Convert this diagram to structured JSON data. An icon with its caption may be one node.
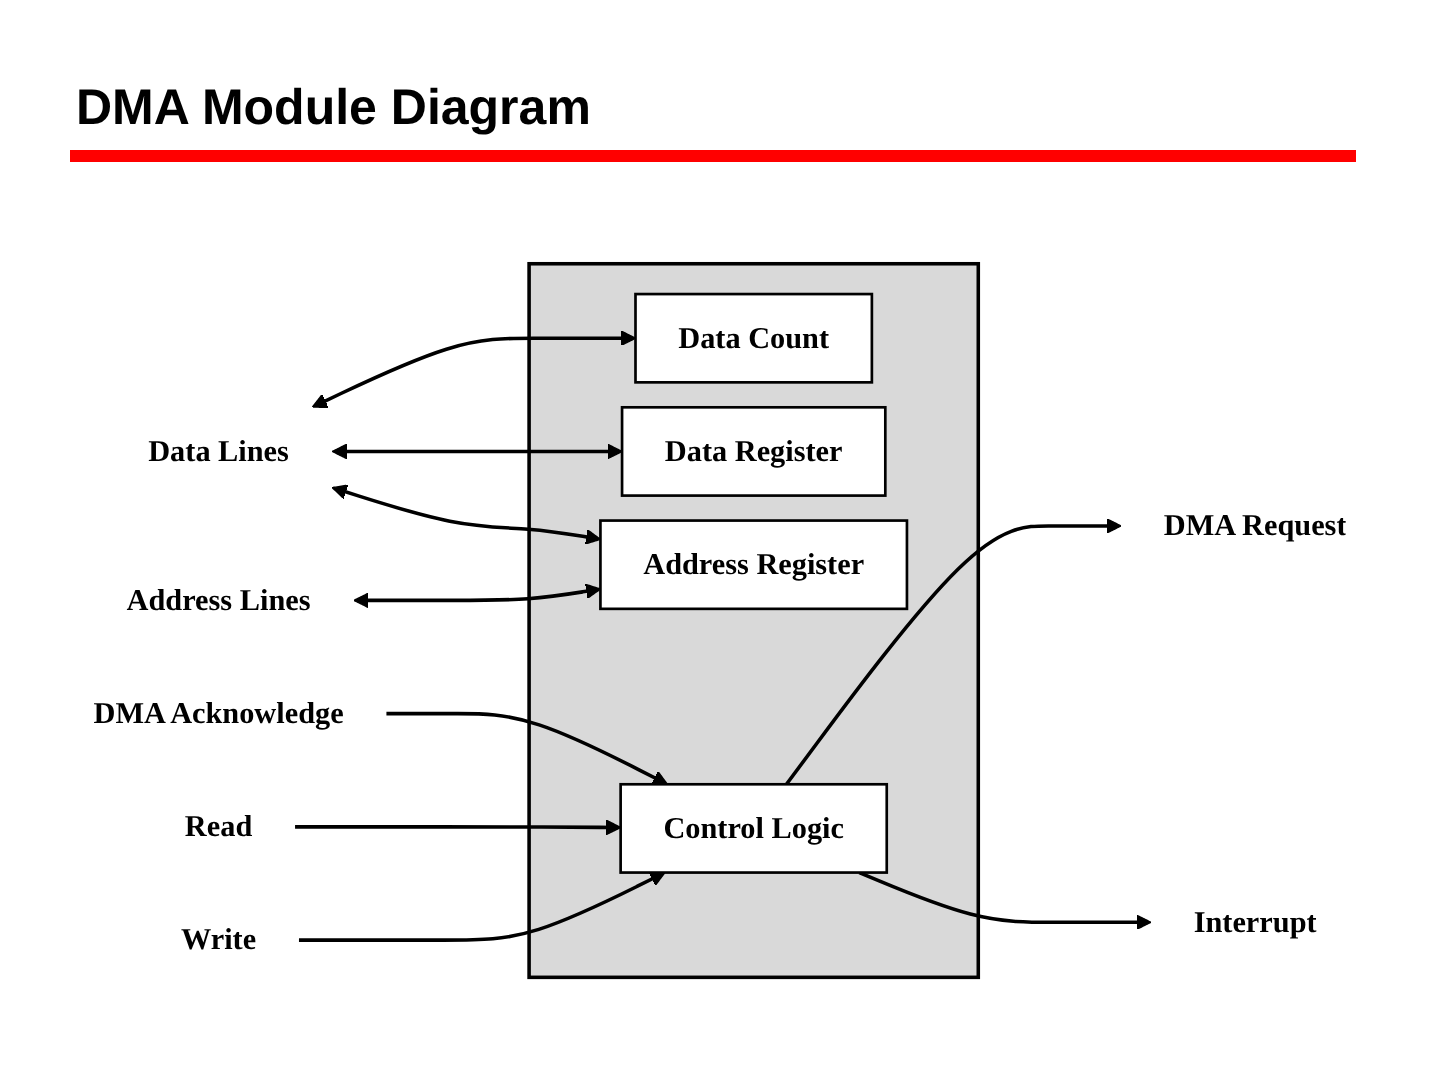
{
  "diagram": {
    "title": "DMA Module Diagram",
    "nodes": [
      {
        "text": [],
        "shape": "box"
      },
      {
        "text": [
          "Data Count"
        ],
        "in": 0
      },
      {
        "text": [
          "Data Register"
        ],
        "in": 0
      },
      {
        "text": [
          "Address Register"
        ],
        "in": 0
      },
      {
        "text": [
          "Control Logic"
        ],
        "in": 0
      },
      {
        "text": [
          "Data Lines"
        ]
      },
      {
        "text": [
          "Address Lines"
        ]
      },
      {
        "text": [
          "DMA Request"
        ]
      },
      {
        "text": [
          "DMA Acknowledge"
        ]
      },
      {
        "text": [
          "Interrupt"
        ]
      },
      {
        "text": [
          "Read"
        ]
      },
      {
        "text": [
          "Write"
        ]
      }
    ],
    "edges": [
      {
        "from": 5,
        "to": 1,
        "arrow": "both"
      },
      {
        "from": 5,
        "to": 2,
        "arrow": "both"
      },
      {
        "from": 5,
        "to": 3,
        "arrow": "both"
      },
      {
        "from": 6,
        "to": 3,
        "arrow": "both"
      },
      {
        "from": 4,
        "to": 7,
        "arrow": "to"
      },
      {
        "from": 8,
        "to": 4,
        "arrow": "to"
      },
      {
        "from": 4,
        "to": 9,
        "arrow": "to"
      },
      {
        "from": 10,
        "to": 4,
        "arrow": "to"
      },
      {
        "from": 11,
        "to": 4,
        "arrow": "to"
      }
    ]
  }
}
